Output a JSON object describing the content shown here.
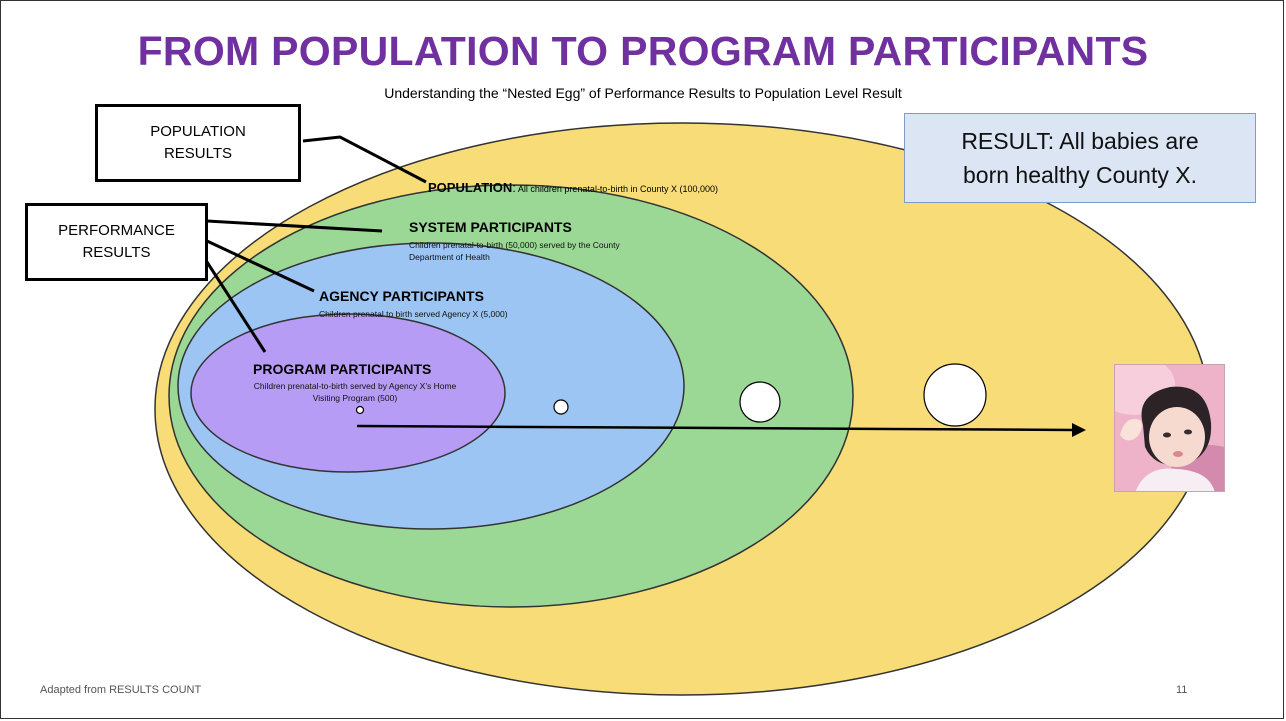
{
  "slide": {
    "title": "FROM POPULATION TO PROGRAM PARTICIPANTS",
    "subtitle": "Understanding the “Nested Egg” of Performance Results to Population Level Result",
    "footer_left": "Adapted from RESULTS COUNT",
    "page_number": "11"
  },
  "labels": {
    "population_results": [
      "POPULATION",
      "RESULTS"
    ],
    "performance_results": [
      "PERFORMANCE",
      "RESULTS"
    ]
  },
  "result_box": {
    "line1": "RESULT: All babies are",
    "line2": "born healthy County X."
  },
  "rings": {
    "population": {
      "title": "POPULATION",
      "colon": ":",
      "desc": " All children prenatal-to-birth in County X (100,000)",
      "color": "#f7dc77"
    },
    "system": {
      "title": "SYSTEM PARTICIPANTS",
      "desc_line1": "Children prenatal-to-birth (50,000) served by the County",
      "desc_line2": "Department of Health",
      "color": "#9bd896"
    },
    "agency": {
      "title": "AGENCY PARTICIPANTS",
      "desc": "Children prenatal to birth served Agency X (5,000)",
      "color": "#9cc5f3"
    },
    "program": {
      "title": "PROGRAM PARTICIPANTS",
      "desc_line1": "Children prenatal-to-birth served by Agency X’s Home",
      "desc_line2": "Visiting Program (500)",
      "color": "#b79cf5"
    }
  }
}
